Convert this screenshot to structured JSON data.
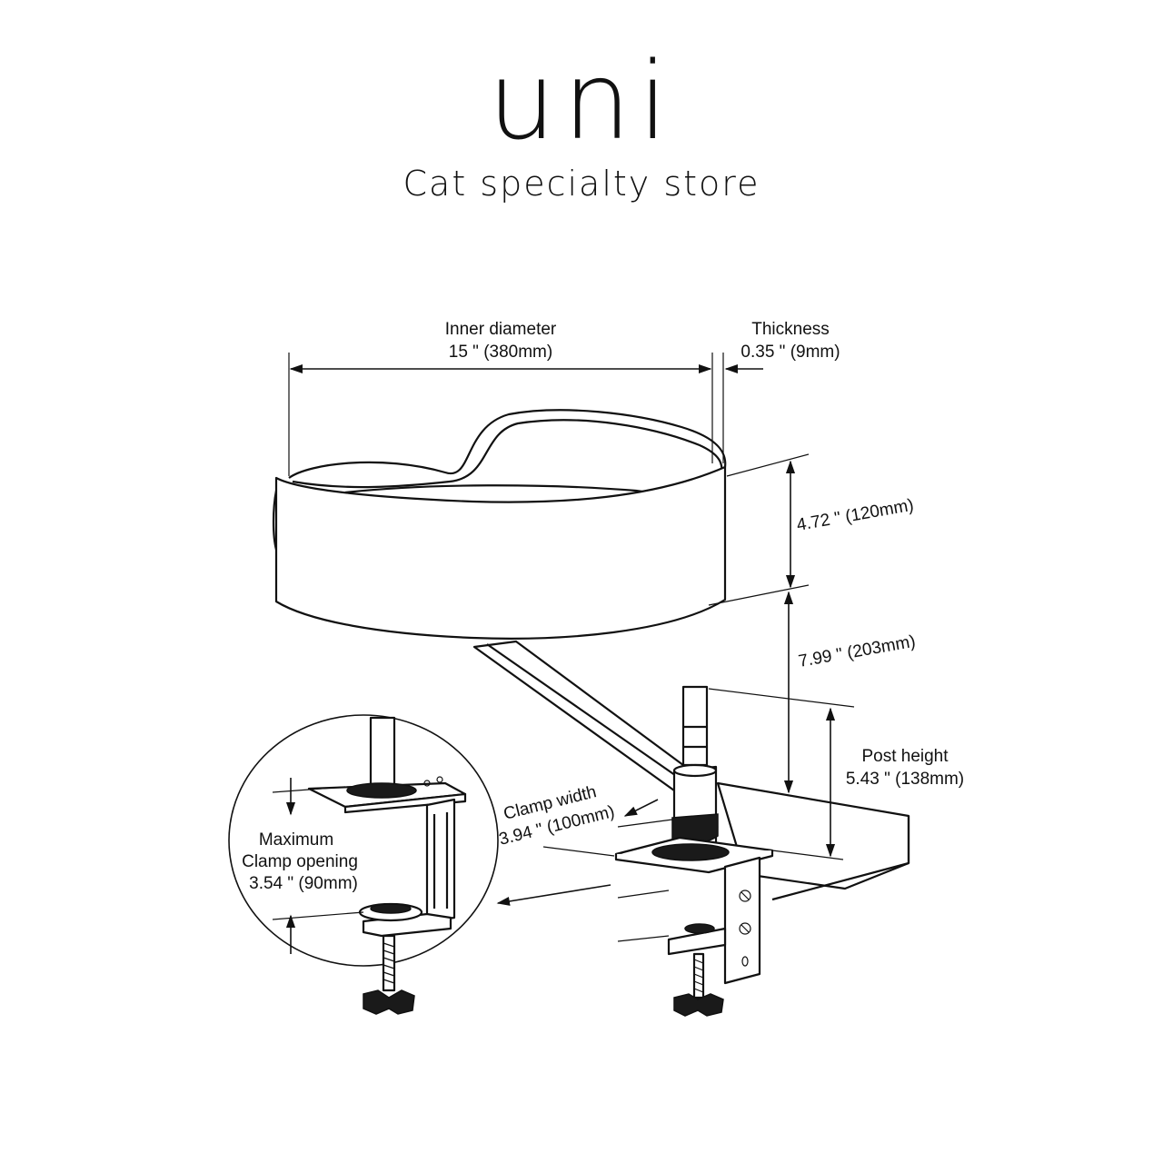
{
  "brand": {
    "name": "uni",
    "tagline": "Cat specialty store"
  },
  "dimensions": {
    "inner_diameter": {
      "label": "Inner diameter",
      "value": "15 \" (380mm)"
    },
    "thickness": {
      "label": "Thickness",
      "value": "0.35 \" (9mm)"
    },
    "bed_height": {
      "value": "4.72 \" (120mm)"
    },
    "arm_drop": {
      "value": "7.99 \" (203mm)"
    },
    "post_height": {
      "label": "Post height",
      "value": "5.43 \" (138mm)"
    },
    "clamp_width": {
      "label": "Clamp width",
      "value": "3.94 \" (100mm)"
    },
    "clamp_opening": {
      "label_line1": "Maximum",
      "label_line2": "Clamp opening",
      "value": "3.54 \" (90mm)"
    }
  }
}
